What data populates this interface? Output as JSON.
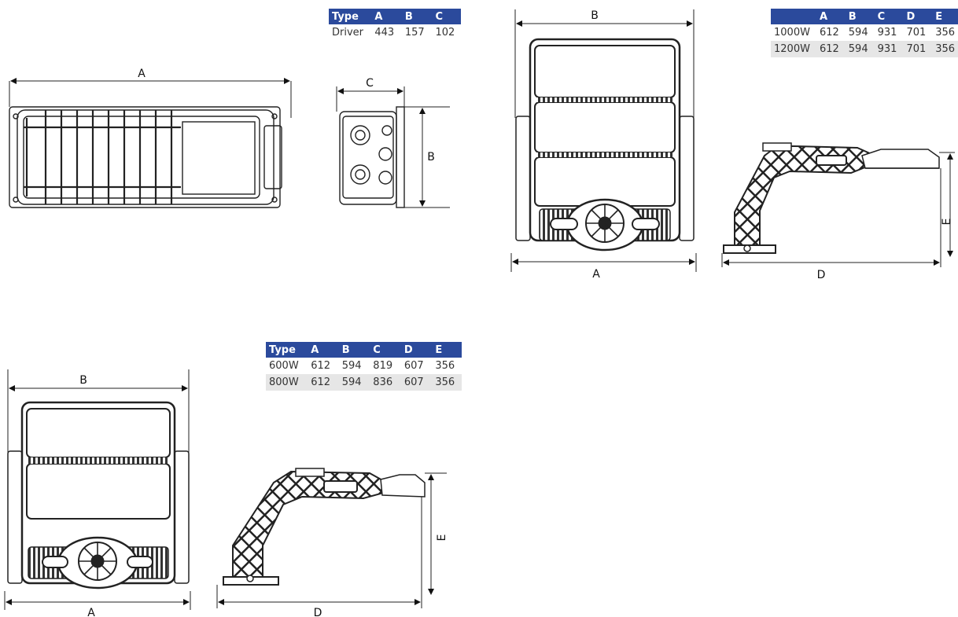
{
  "tables": {
    "driver": {
      "headers": [
        "Type",
        "A",
        "B",
        "C"
      ],
      "rows": [
        [
          "Driver",
          "443",
          "157",
          "102"
        ]
      ]
    },
    "high": {
      "headers": [
        "",
        "A",
        "B",
        "C",
        "D",
        "E"
      ],
      "rows": [
        [
          "1000W",
          "612",
          "594",
          "931",
          "701",
          "356"
        ],
        [
          "1200W",
          "612",
          "594",
          "931",
          "701",
          "356"
        ]
      ]
    },
    "low": {
      "headers": [
        "Type",
        "A",
        "B",
        "C",
        "D",
        "E"
      ],
      "rows": [
        [
          "600W",
          "612",
          "594",
          "819",
          "607",
          "356"
        ],
        [
          "800W",
          "612",
          "594",
          "836",
          "607",
          "356"
        ]
      ]
    }
  },
  "dims": {
    "driver_top_a": "A",
    "driver_side_c": "C",
    "driver_side_b": "B",
    "high_front_b": "B",
    "high_front_a": "A",
    "high_side_d": "D",
    "high_side_e": "E",
    "low_front_b": "B",
    "low_front_a": "A",
    "low_side_d": "D",
    "low_side_e": "E"
  }
}
